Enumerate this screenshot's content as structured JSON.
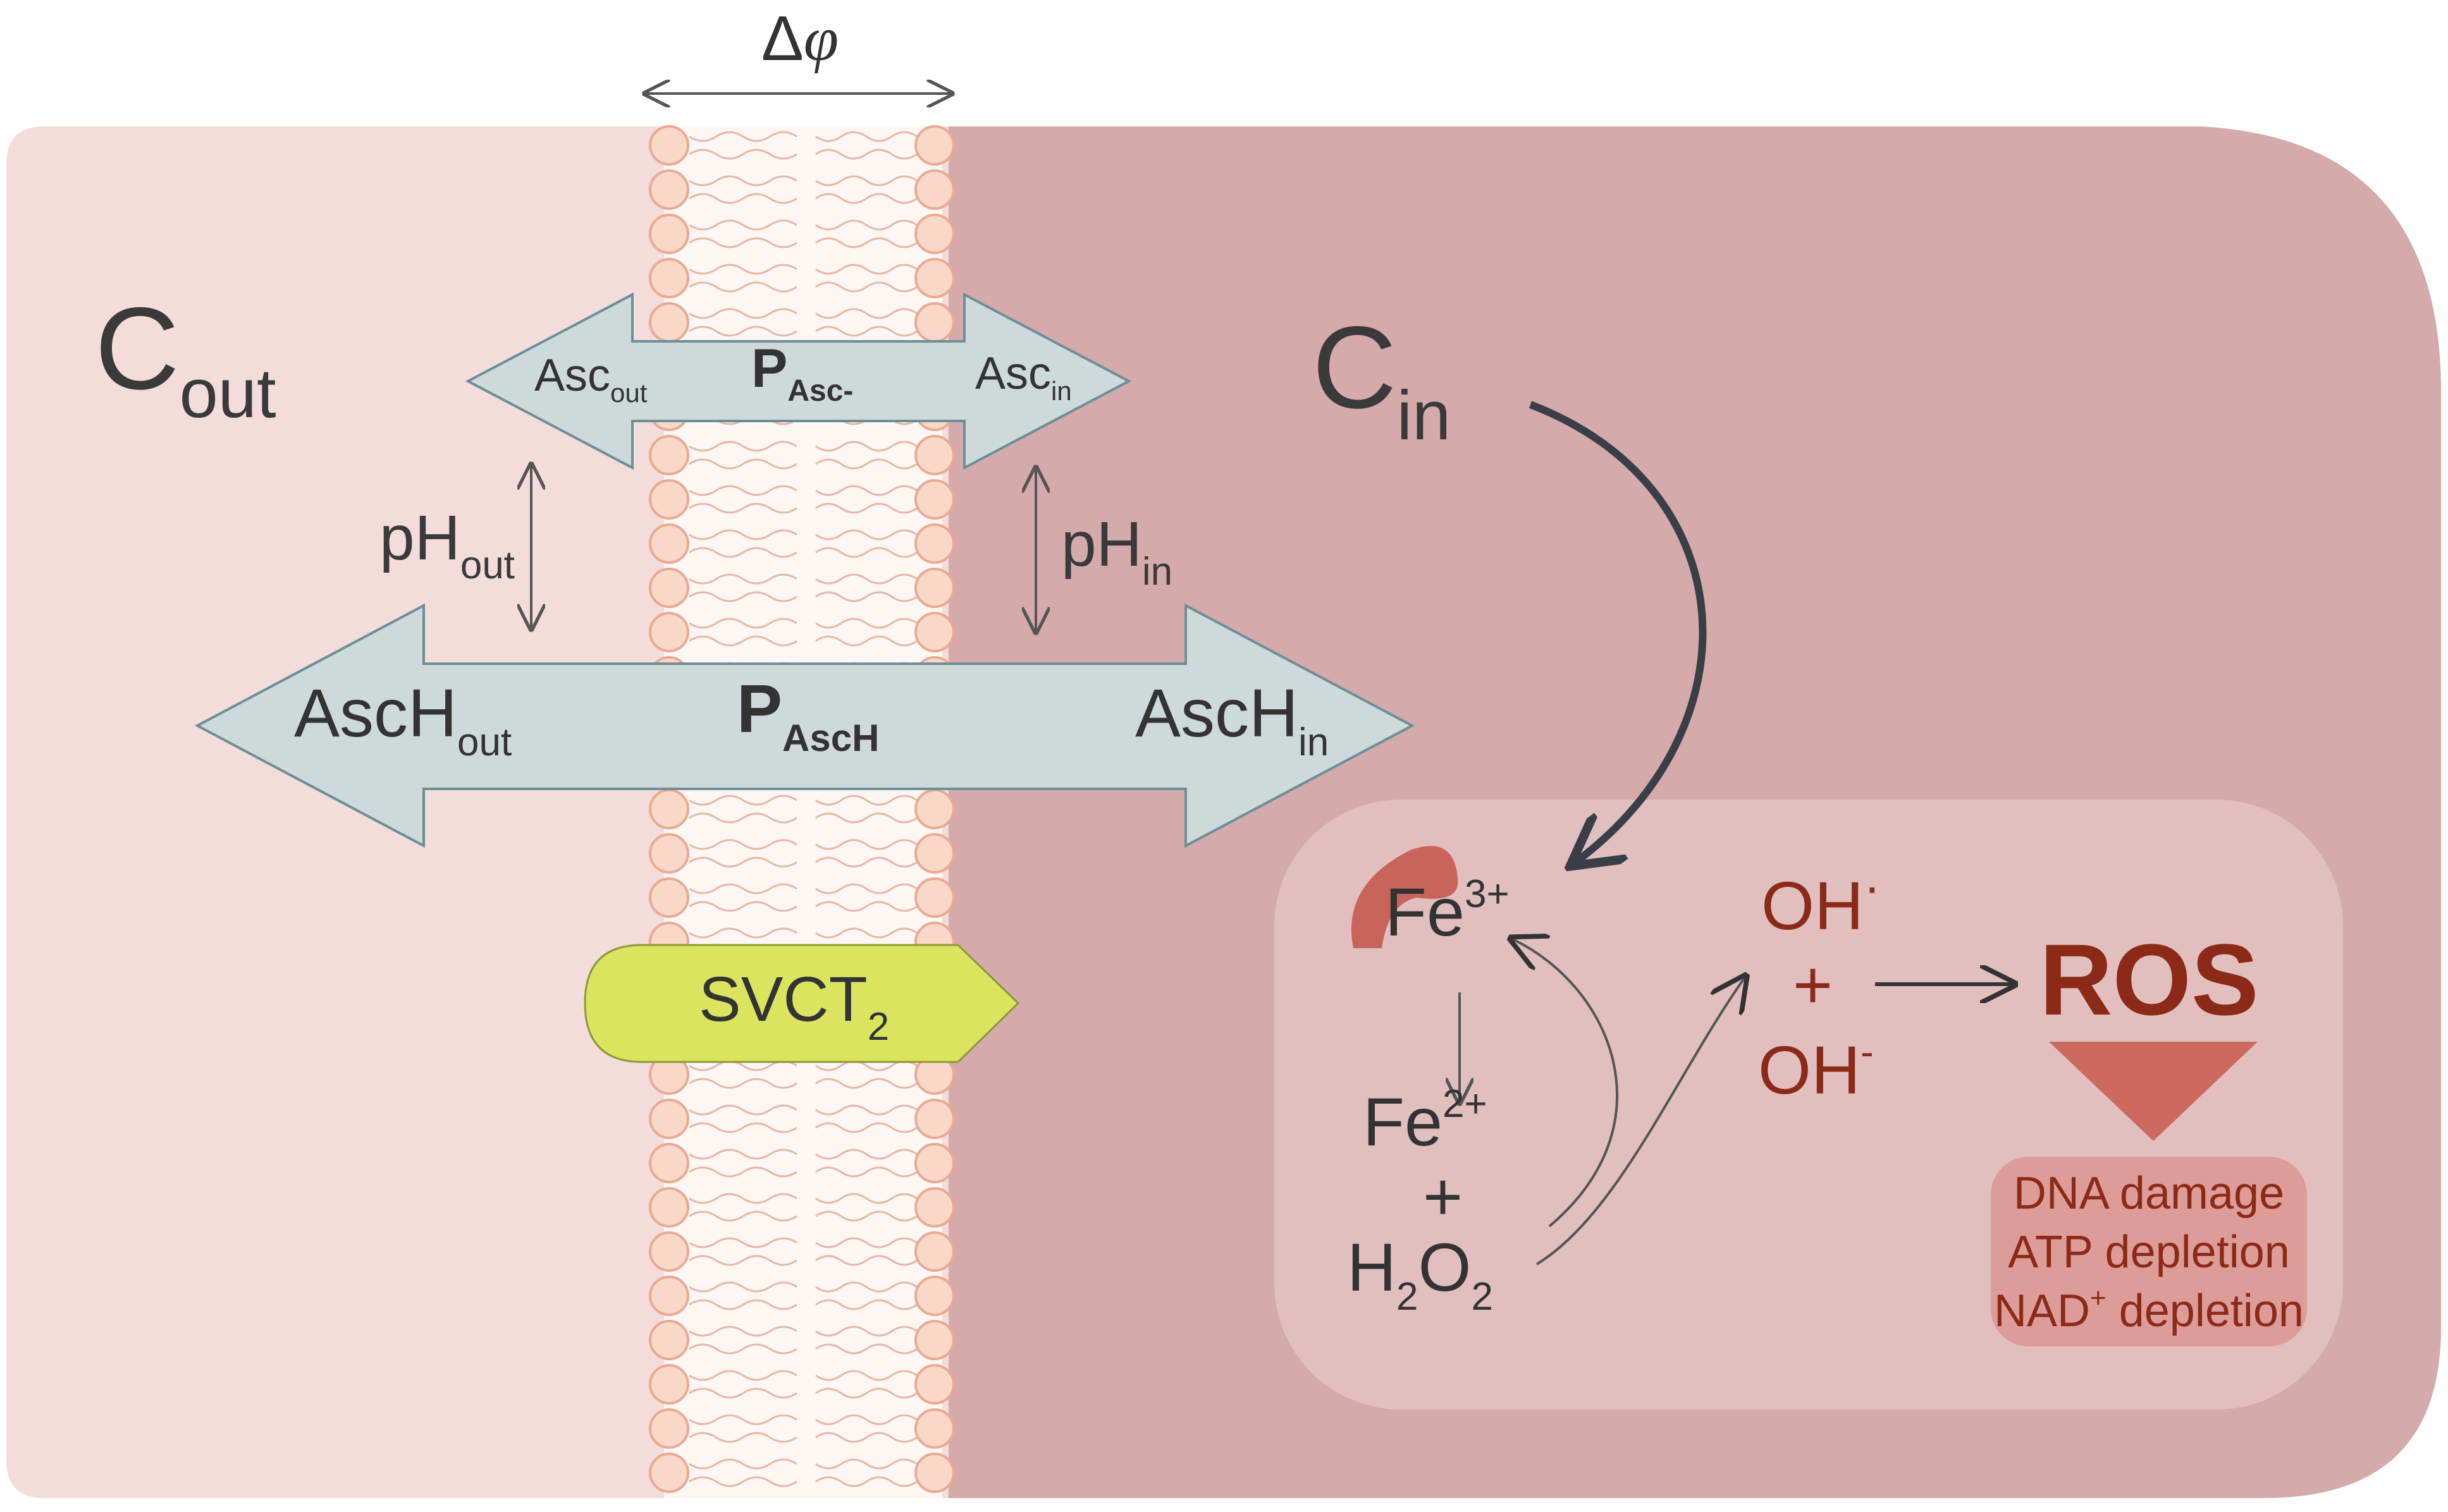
{
  "delta_phi": {
    "main": "Δ",
    "phi": "φ"
  },
  "c_out": {
    "main": "C",
    "sub": "out"
  },
  "c_in": {
    "main": "C",
    "sub": "in"
  },
  "asc_arrow": {
    "left_main": "Asc",
    "left_sub": "out",
    "center_main": "P",
    "center_sub": "Asc-",
    "right_main": "Asc",
    "right_sub": "in"
  },
  "asch_arrow": {
    "left_main": "AscH",
    "left_sub": "out",
    "center_main": "P",
    "center_sub": "AscH",
    "right_main": "AscH",
    "right_sub": "in"
  },
  "ph_out": {
    "main": "pH",
    "sub": "out"
  },
  "ph_in": {
    "main": "pH",
    "sub": "in"
  },
  "transporter": {
    "main": "SVCT",
    "sub": "2"
  },
  "fenton": {
    "fe3_main": "Fe",
    "fe3_sup": "3+",
    "fe2_main": "Fe",
    "fe2_sup": "2+",
    "plus": "+",
    "h2o2_h": "H",
    "h2o2_sub1": "2",
    "h2o2_o": "O",
    "h2o2_sub2": "2",
    "oh_radical_main": "OH",
    "oh_radical_sup": "·",
    "oh_plus": "+",
    "oh_ion_main": "OH",
    "oh_ion_sup": "-",
    "ros": "ROS"
  },
  "effects": {
    "line1": "DNA damage",
    "line2": "ATP depletion",
    "line3_main": "NAD",
    "line3_sup": "+",
    "line3_rest": " depletion"
  },
  "colors": {
    "extracellular": "#f3dcd9",
    "intracellular": "#d4aaaa",
    "reaction_box": "#e0bfbe",
    "arrow_fill": "#cddad9",
    "transporter": "#dbe45f",
    "ros_text": "#8c2a18",
    "ros_triangle": "#cc6a60"
  }
}
